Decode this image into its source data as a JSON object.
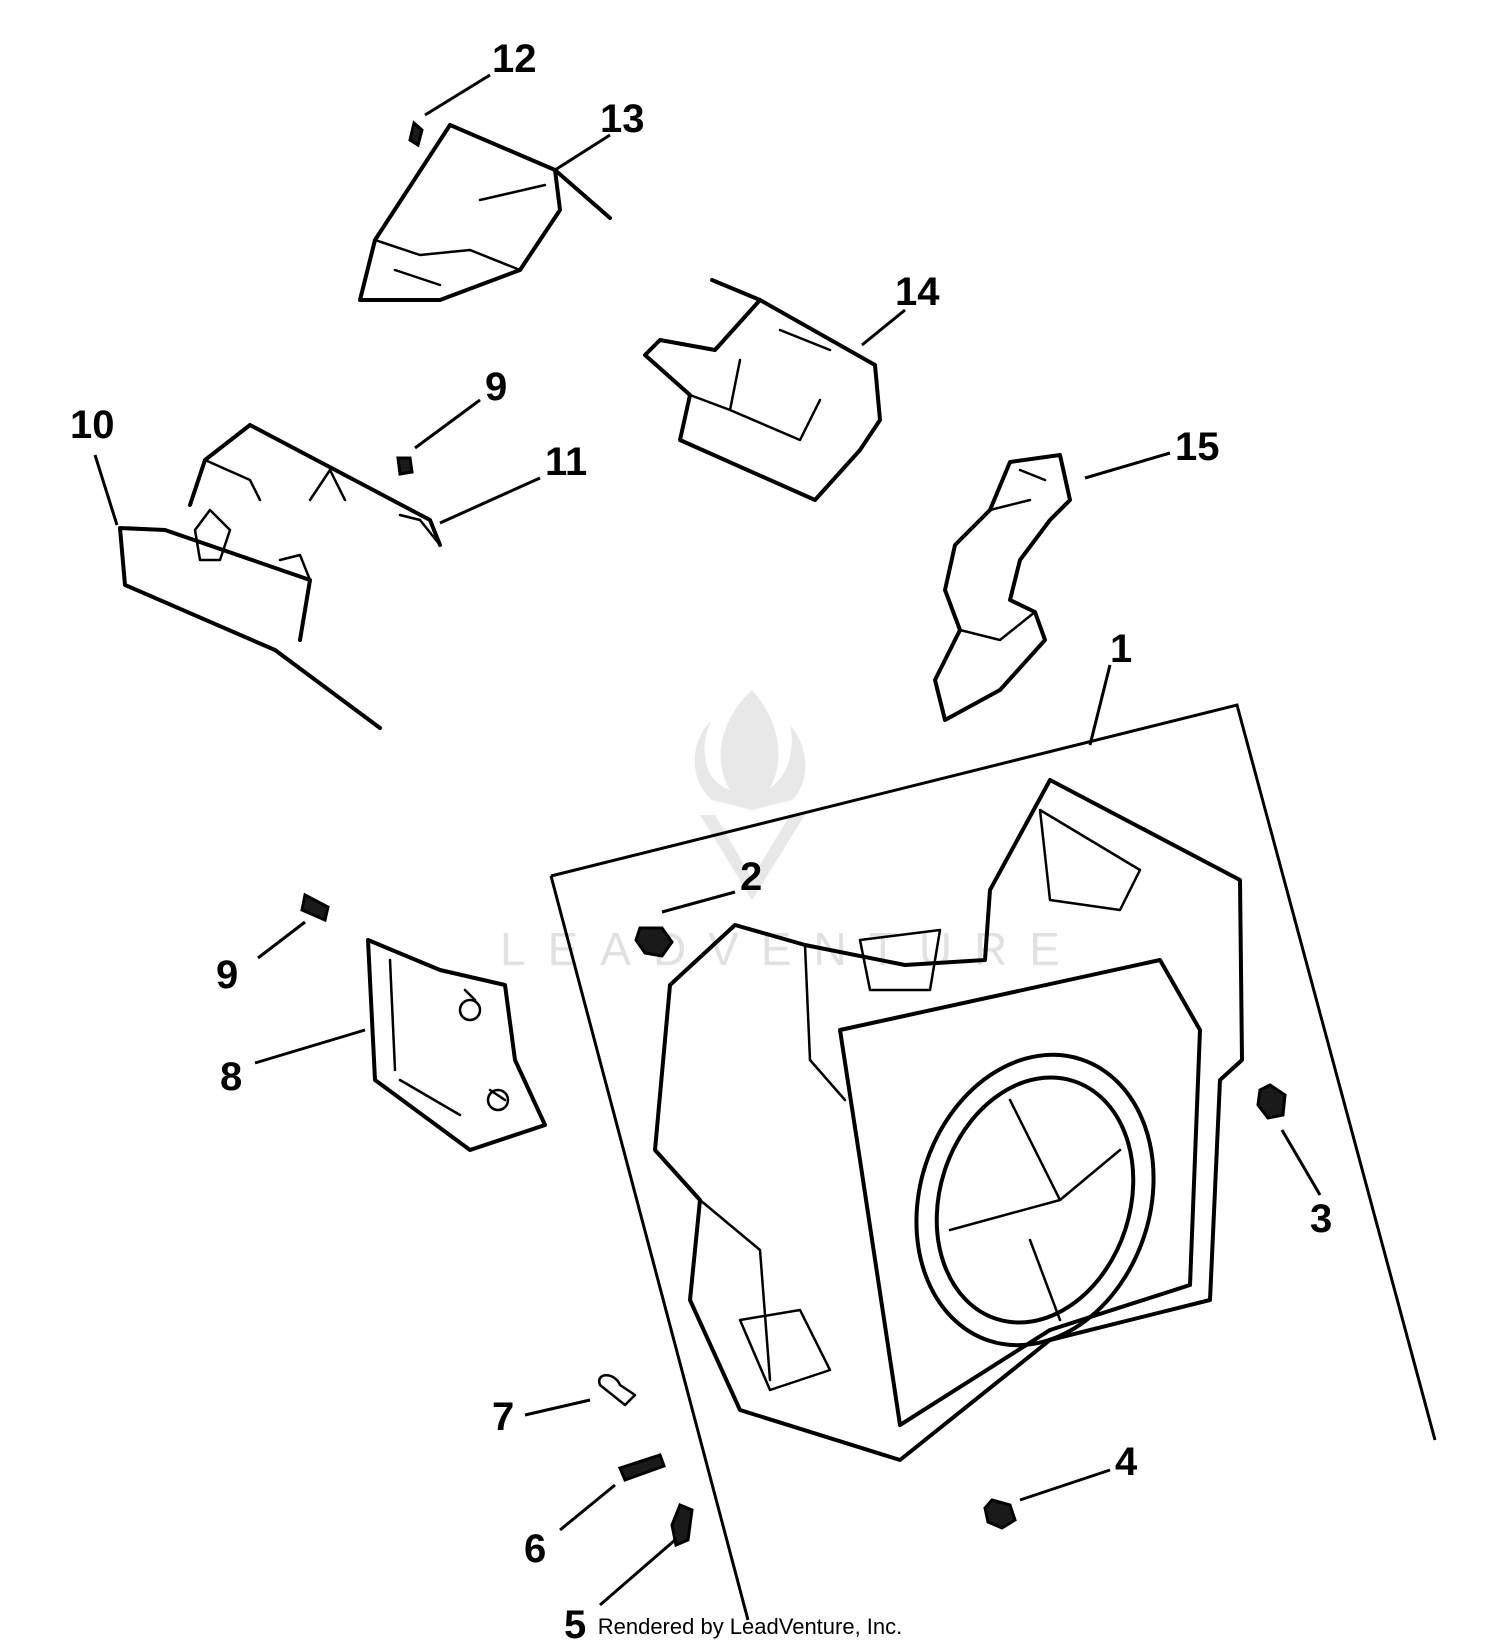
{
  "diagram": {
    "callouts": [
      "1",
      "2",
      "3",
      "4",
      "5",
      "6",
      "7",
      "8",
      "9",
      "9",
      "10",
      "11",
      "12",
      "13",
      "14",
      "15"
    ],
    "watermark": "LEADVENTURE",
    "credit": "Rendered by LeadVenture, Inc.",
    "colors": {
      "ink": "#000000",
      "watermark": "#c9c9c9",
      "background": "#ffffff"
    }
  }
}
